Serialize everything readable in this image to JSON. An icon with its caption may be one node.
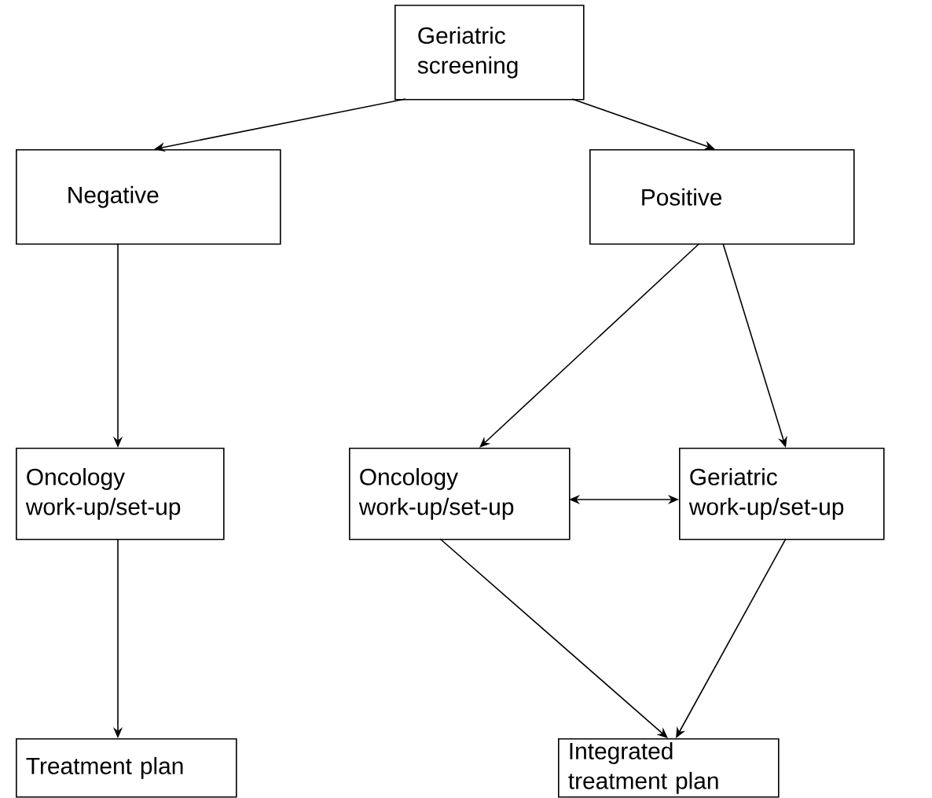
{
  "diagram": {
    "nodes": [
      {
        "text": [
          "Geriatric screening"
        ]
      },
      {
        "text": [
          "Negative"
        ]
      },
      {
        "text": [
          "Positive"
        ]
      },
      {
        "text": [
          "Oncology work-up/set-up"
        ]
      },
      {
        "text": [
          "Oncology work-up/set-up"
        ]
      },
      {
        "text": [
          "Geriatric work-up/set-up"
        ]
      },
      {
        "text": [
          "Treatment plan"
        ]
      },
      {
        "text": [
          "Integrated treatment plan"
        ]
      }
    ],
    "edges": [
      {
        "from": 0,
        "to": 1,
        "arrow": "to"
      },
      {
        "from": 0,
        "to": 2,
        "arrow": "to"
      },
      {
        "from": 1,
        "to": 3,
        "arrow": "to"
      },
      {
        "from": 3,
        "to": 6,
        "arrow": "to"
      },
      {
        "from": 2,
        "to": 4,
        "arrow": "to"
      },
      {
        "from": 2,
        "to": 5,
        "arrow": "to"
      },
      {
        "from": 4,
        "to": 5,
        "arrow": "both"
      },
      {
        "from": 4,
        "to": 7,
        "arrow": "to"
      },
      {
        "from": 5,
        "to": 7,
        "arrow": "to"
      }
    ]
  }
}
